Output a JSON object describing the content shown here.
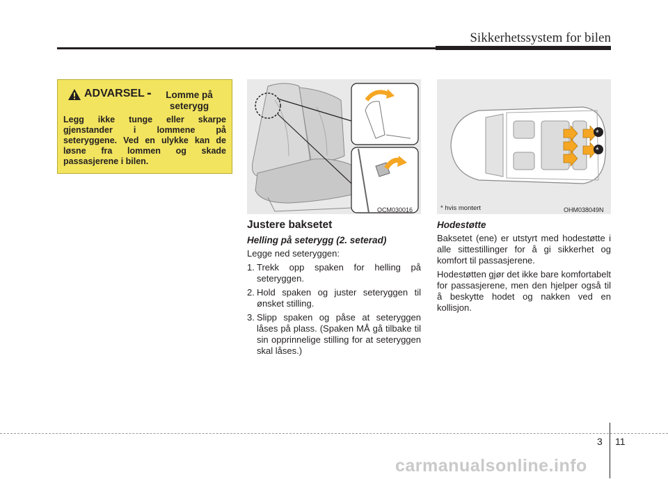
{
  "header": {
    "title": "Sikkerhetssystem for bilen"
  },
  "warning": {
    "icon": "warning-triangle-icon",
    "label": "ADVARSEL",
    "dash": "-",
    "topic_line1": "Lomme på",
    "topic_line2": "seterygg",
    "text": "Legg ikke tunge eller skarpe gjenstander i lommene på seteryggene. Ved en ulykke kan de løsne fra lommen og skade passasjerene i bilen."
  },
  "figure_seat": {
    "code": "OCM030016"
  },
  "figure_car": {
    "note": "* hvis montert",
    "code": "OHM038049N"
  },
  "section_seat": {
    "heading": "Justere baksetet",
    "subheading": "Helling på seterygg (2. seterad)",
    "intro": "Legge ned seteryggen:",
    "steps": [
      {
        "num": "1.",
        "text": "Trekk opp spaken for helling på seteryggen."
      },
      {
        "num": "2.",
        "text": "Hold spaken og juster seteryggen til ønsket stilling."
      },
      {
        "num": "3.",
        "text": "Slipp spaken og påse at seteryggen låses på plass. (Spaken MÅ gå tilbake til sin opprinnelige stilling for at seteryggen skal låses.)"
      }
    ]
  },
  "section_headrest": {
    "subheading": "Hodestøtte",
    "para1": "Baksetet (ene) er utstyrt med hodestøtte i alle sittestillinger for å gi sikkerhet og komfort til passasjerene.",
    "para2": "Hodestøtten gjør det ikke bare komfortabelt for passasjerene, men den hjelper også til å beskytte hodet og nakken ved en kollisjon."
  },
  "footer": {
    "chapter": "3",
    "page": "11",
    "watermark": "carmanualsonline.info"
  },
  "colors": {
    "warning_bg": "#f2e45f",
    "arrow_orange": "#f5a623",
    "figure_bg": "#e9e9e9"
  }
}
